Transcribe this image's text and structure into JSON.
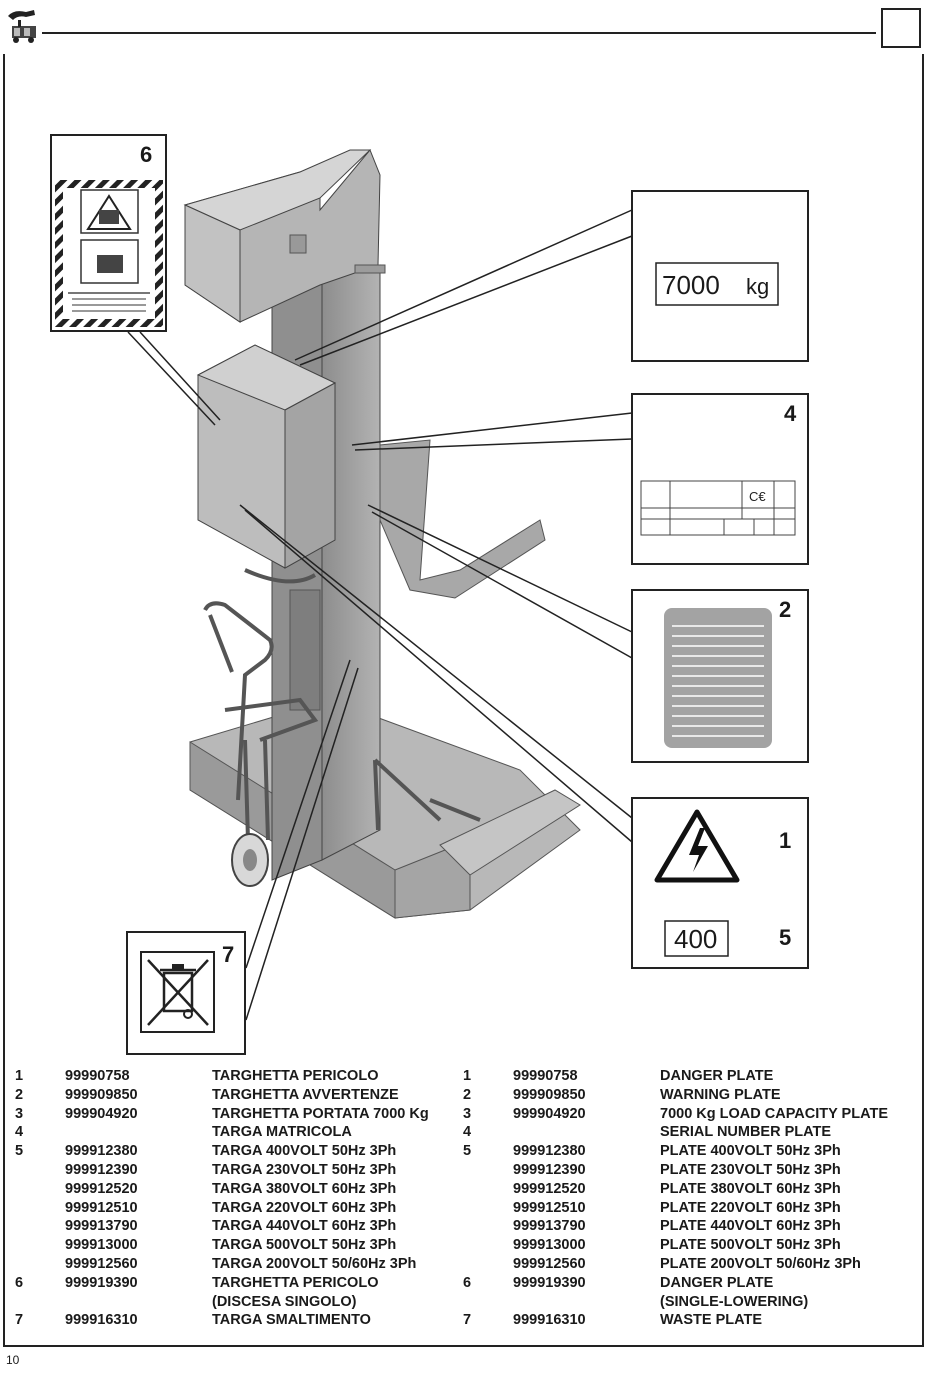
{
  "page": {
    "number": "10"
  },
  "header": {
    "logo_icon": "lift-logo-icon"
  },
  "callouts": {
    "c6": {
      "number": "6"
    },
    "c4": {
      "number": "4"
    },
    "c2": {
      "number": "2"
    },
    "c1": {
      "number": "1"
    },
    "c5": {
      "number": "5"
    },
    "c7": {
      "number": "7"
    },
    "capacity_plate": {
      "value": "7000",
      "unit": "kg"
    },
    "voltage_plate": {
      "value": "400"
    }
  },
  "parts_it": [
    {
      "num": "1",
      "code": "99990758",
      "desc": "TARGHETTA PERICOLO"
    },
    {
      "num": "2",
      "code": "999909850",
      "desc": "TARGHETTA AVVERTENZE"
    },
    {
      "num": "3",
      "code": "999904920",
      "desc": "TARGHETTA PORTATA 7000 Kg"
    },
    {
      "num": "4",
      "code": "",
      "desc": "TARGA MATRICOLA"
    },
    {
      "num": "5",
      "code": "999912380",
      "desc": "TARGA 400VOLT 50Hz 3Ph"
    },
    {
      "num": "",
      "code": "999912390",
      "desc": "TARGA 230VOLT 50Hz 3Ph"
    },
    {
      "num": "",
      "code": "999912520",
      "desc": "TARGA 380VOLT 60Hz 3Ph"
    },
    {
      "num": "",
      "code": "999912510",
      "desc": "TARGA 220VOLT 60Hz 3Ph"
    },
    {
      "num": "",
      "code": "999913790",
      "desc": "TARGA 440VOLT 60Hz 3Ph"
    },
    {
      "num": "",
      "code": "999913000",
      "desc": "TARGA 500VOLT 50Hz 3Ph"
    },
    {
      "num": "",
      "code": "999912560",
      "desc": "TARGA 200VOLT 50/60Hz 3Ph"
    },
    {
      "num": "6",
      "code": "999919390",
      "desc": "TARGHETTA PERICOLO"
    },
    {
      "num": "",
      "code": "",
      "desc": "(DISCESA SINGOLO)"
    },
    {
      "num": "7",
      "code": "999916310",
      "desc": "TARGA SMALTIMENTO"
    }
  ],
  "parts_en": [
    {
      "num": "1",
      "code": "99990758",
      "desc": "DANGER PLATE"
    },
    {
      "num": "2",
      "code": "999909850",
      "desc": "WARNING PLATE"
    },
    {
      "num": "3",
      "code": "999904920",
      "desc": "7000 Kg LOAD CAPACITY PLATE"
    },
    {
      "num": "4",
      "code": "",
      "desc": "SERIAL NUMBER PLATE"
    },
    {
      "num": "5",
      "code": "999912380",
      "desc": "PLATE 400VOLT 50Hz 3Ph"
    },
    {
      "num": "",
      "code": "999912390",
      "desc": "PLATE 230VOLT 50Hz 3Ph"
    },
    {
      "num": "",
      "code": "999912520",
      "desc": "PLATE 380VOLT 60Hz 3Ph"
    },
    {
      "num": "",
      "code": "999912510",
      "desc": "PLATE 220VOLT 60Hz 3Ph"
    },
    {
      "num": "",
      "code": "999913790",
      "desc": "PLATE 440VOLT 60Hz 3Ph"
    },
    {
      "num": "",
      "code": "999913000",
      "desc": "PLATE 500VOLT 50Hz 3Ph"
    },
    {
      "num": "",
      "code": "999912560",
      "desc": "PLATE 200VOLT 50/60Hz 3Ph"
    },
    {
      "num": "6",
      "code": "999919390",
      "desc": "DANGER PLATE"
    },
    {
      "num": "",
      "code": "",
      "desc": "(SINGLE-LOWERING)"
    },
    {
      "num": "7",
      "code": "999916310",
      "desc": "WASTE PLATE"
    }
  ]
}
